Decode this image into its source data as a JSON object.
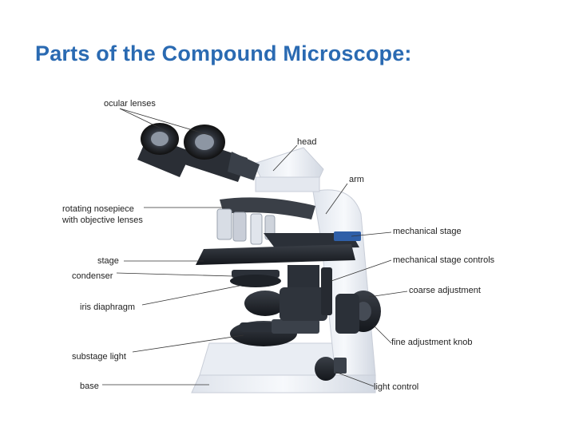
{
  "title": "Parts of the Compound Microscope:",
  "labels": {
    "ocular_lenses": "ocular lenses",
    "head": "head",
    "arm": "arm",
    "nosepiece_line1": "rotating nosepiece",
    "nosepiece_line2": "with objective lenses",
    "mechanical_stage": "mechanical stage",
    "stage": "stage",
    "mechanical_stage_controls": "mechanical stage controls",
    "condenser": "condenser",
    "coarse_adjustment": "coarse adjustment",
    "iris_diaphragm": "iris diaphragm",
    "fine_adjustment_knob": "fine adjustment knob",
    "substage_light": "substage light",
    "base": "base",
    "light_control": "light control"
  },
  "colors": {
    "title": "#2a6ab2",
    "body": "#eef1f6",
    "dark": "#1e2228"
  }
}
